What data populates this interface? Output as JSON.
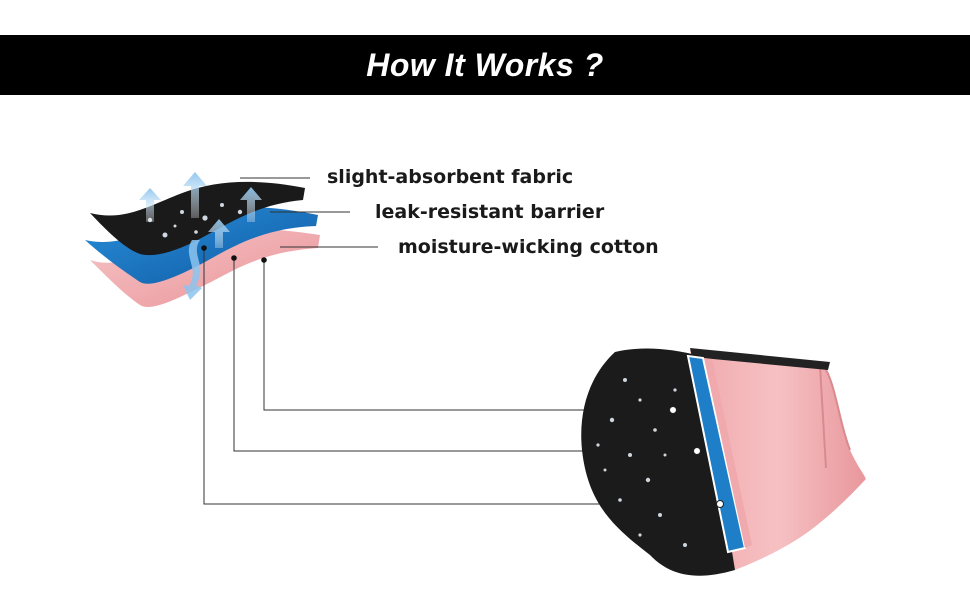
{
  "banner": {
    "title": "How It Works ?"
  },
  "layers": [
    {
      "label": "slight-absorbent fabric",
      "color": "#1a1a1a"
    },
    {
      "label": "leak-resistant barrier",
      "color": "#1e7fc8"
    },
    {
      "label": "moisture-wicking cotton",
      "color": "#eea1a6"
    }
  ],
  "colors": {
    "banner_bg": "#000000",
    "banner_text": "#ffffff",
    "fabric_black": "#1a1a1a",
    "barrier_blue": "#1e7fc8",
    "cotton_pink": "#eea1a6",
    "arrow_light_blue": "#a9d3f2",
    "leader_line": "#333333"
  },
  "icons": [
    "up-arrow-icon",
    "water-droplet-icon"
  ]
}
